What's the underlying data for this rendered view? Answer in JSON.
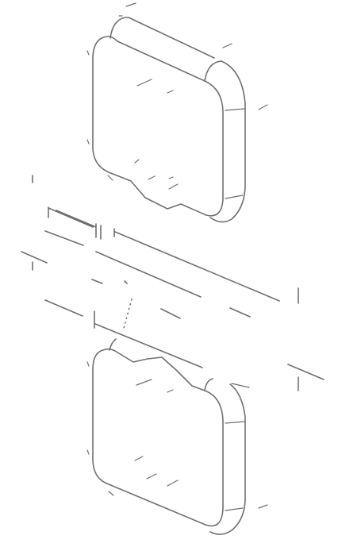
{
  "drawing": {
    "kind": "exploded isometric line drawing",
    "line_color": "#6f6f6f",
    "background_color": "#ffffff",
    "parts": [
      "upper-panel",
      "middle-bar-assembly",
      "lower-panel"
    ]
  }
}
